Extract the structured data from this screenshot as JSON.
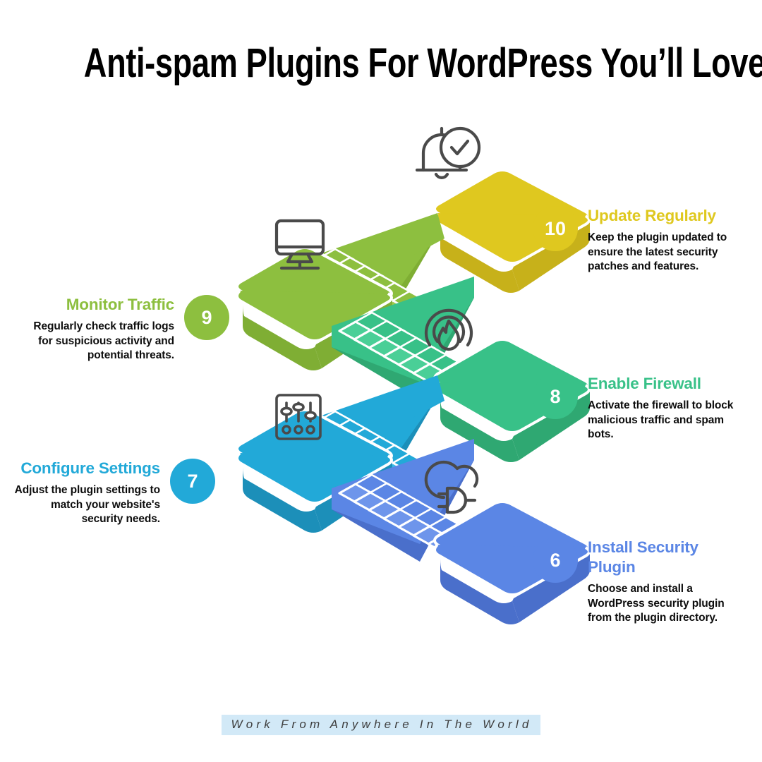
{
  "title": "Anti-spam Plugins For WordPress You’ll Love",
  "footer": {
    "text": "Work From Anywhere In The World"
  },
  "colors": {
    "yellow": "#DFC81F",
    "olive_green": "#8DBF3F",
    "emerald": "#38C188",
    "cyan": "#22A9D8",
    "royal_blue": "#5B86E5",
    "icon_stroke": "#4a4a4a",
    "footer_band": "#d2e9f7",
    "title": "#000000"
  },
  "steps": [
    {
      "number": "10",
      "title": "Update Regularly",
      "desc": "Keep the plugin updated to ensure the latest security patches and features.",
      "color": "#DFC81F",
      "side": "right",
      "icon": "bell-check-icon"
    },
    {
      "number": "9",
      "title": "Monitor Traffic",
      "desc": "Regularly check traffic logs for suspicious activity and potential threats.",
      "color": "#8DBF3F",
      "side": "left",
      "icon": "monitor-icon"
    },
    {
      "number": "8",
      "title": "Enable Firewall",
      "desc": "Activate the firewall to block malicious traffic and spam bots.",
      "color": "#38C188",
      "side": "right",
      "icon": "firewall-flame-icon"
    },
    {
      "number": "7",
      "title": "Configure Settings",
      "desc": "Adjust the plugin settings to match your website's security needs.",
      "color": "#22A9D8",
      "side": "left",
      "icon": "sliders-icon"
    },
    {
      "number": "6",
      "title": "Install Security Plugin",
      "desc": "Choose and install a WordPress security plugin from the plugin directory.",
      "color": "#5B86E5",
      "side": "right",
      "icon": "cloud-plug-icon"
    }
  ]
}
